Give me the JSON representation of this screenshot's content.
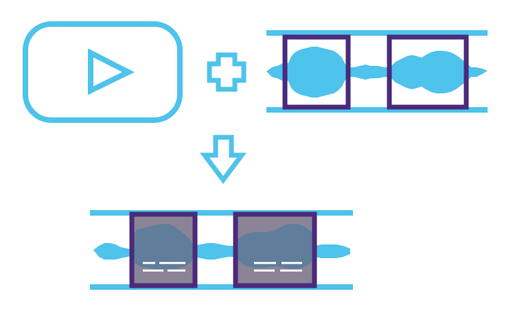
{
  "diagram": {
    "nodes": [
      {
        "id": "video-source",
        "icon": "play-button-icon"
      },
      {
        "id": "plus-operator",
        "icon": "plus-icon"
      },
      {
        "id": "audio-track-input",
        "icon": "audio-waveform-icon",
        "segments": 2,
        "segment_state": "outlined"
      },
      {
        "id": "merge-arrow",
        "icon": "arrow-down-icon"
      },
      {
        "id": "audio-track-output",
        "icon": "audio-waveform-icon",
        "segments": 2,
        "segment_state": "filled-with-captions"
      }
    ],
    "edges": [
      {
        "from": "video-source",
        "to": "audio-track-input",
        "via": "plus-operator"
      },
      {
        "from": "audio-track-input",
        "to": "audio-track-output",
        "via": "merge-arrow"
      }
    ]
  },
  "colors": {
    "accent": "#4ec3ec",
    "frame": "#4a2a7c",
    "overlay": "#8a8496",
    "overlay_waveform": "#607d9c",
    "caption_line": "#ffffff",
    "background": "#ffffff"
  }
}
